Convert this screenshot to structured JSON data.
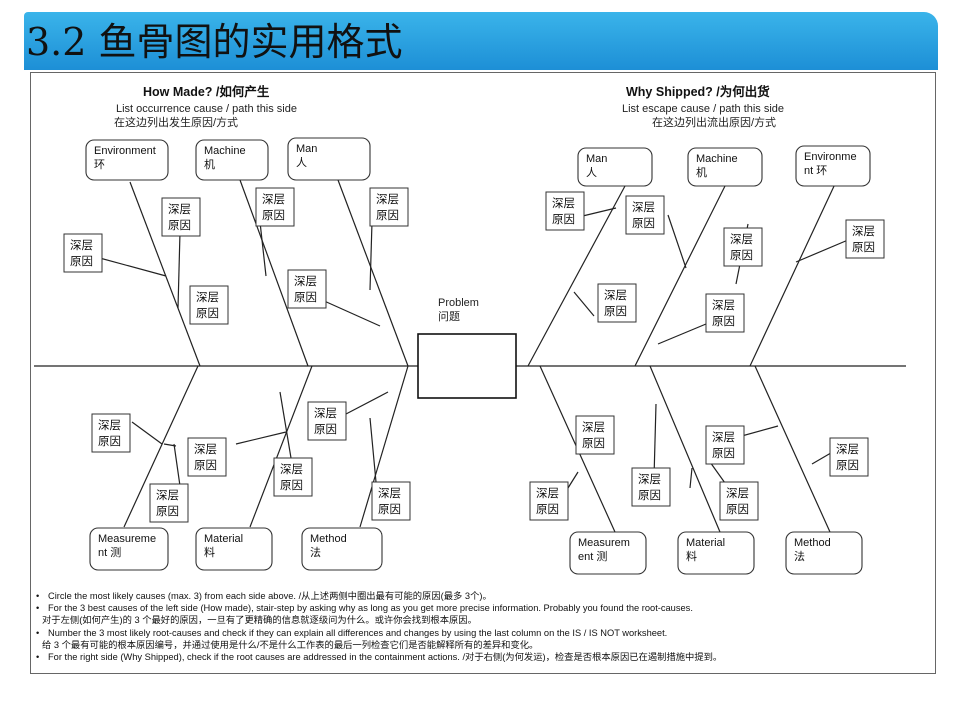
{
  "slide": {
    "title": "3.2 鱼骨图的实用格式"
  },
  "left_side": {
    "heading_en": "How Made? /",
    "heading_cn": "如何产生",
    "instruction_en": "List occurrence cause / path this side",
    "instruction_cn": "在这边列出发生原因/方式"
  },
  "right_side": {
    "heading_en": "Why Shipped? /",
    "heading_cn": "为何出货",
    "instruction_en": "List escape cause / path this side",
    "instruction_cn": "在这边列出流出原因/方式"
  },
  "problem": {
    "label_en": "Problem",
    "label_cn": "问题"
  },
  "categories": {
    "left_environment": {
      "l1": "Environment",
      "l2": "环"
    },
    "left_machine": {
      "l1": "Machine",
      "l2": "机"
    },
    "left_man": {
      "l1": "Man",
      "l2": "人"
    },
    "left_measurement": {
      "l1": "Measureme",
      "l2": "nt    测"
    },
    "left_material": {
      "l1": "Material",
      "l2": "料"
    },
    "left_method": {
      "l1": "Method",
      "l2": "法"
    },
    "right_man": {
      "l1": "Man",
      "l2": "人"
    },
    "right_machine": {
      "l1": "Machine",
      "l2": "机"
    },
    "right_environment": {
      "l1": "Environme",
      "l2": "nt 环"
    },
    "right_measurement": {
      "l1": "Measurem",
      "l2": "ent 测"
    },
    "right_material": {
      "l1": "Material",
      "l2": "料"
    },
    "right_method": {
      "l1": "Method",
      "l2": "法"
    }
  },
  "cause_box": {
    "l1": "深层",
    "l2": "原因"
  },
  "notes": [
    "Circle the most likely causes (max. 3) from each side above. /从上述两侧中圈出最有可能的原因(最多 3个)。",
    "For the 3 best causes of the left side (How made), stair-step by asking why as long as you get more precise information. Probably you found the root-causes.",
    "对于左侧(如何产生)的 3 个最好的原因，一旦有了更精确的信息就逐级问为什么。或许你会找到根本原因。",
    "Number the 3 most likely root-causes and check if they can explain all differences and changes by using the last column on the IS / IS NOT worksheet.",
    "给 3 个最有可能的根本原因编号，并通过使用是什么/不是什么工作表的最后一列检查它们是否能解释所有的差异和变化。",
    "For the right side (Why Shipped), check if the root causes are addressed in the containment actions. /对于右侧(为何发运)，检查是否根本原因已在遏制措施中提到。"
  ]
}
